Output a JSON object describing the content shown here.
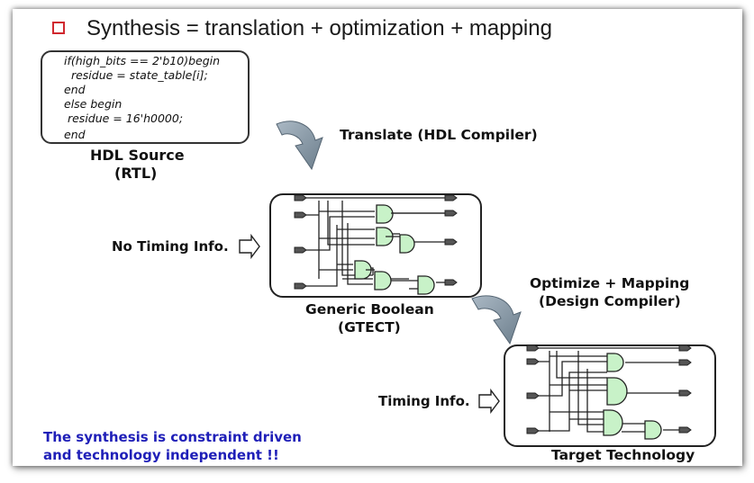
{
  "title": "Synthesis = translation + optimization + mapping",
  "code": {
    "lines": [
      "if(high_bits == 2'b10)begin",
      "  residue = state_table[i];",
      "end",
      "else begin",
      " residue = 16'h0000;",
      "end"
    ]
  },
  "hdl_source": {
    "line1": "HDL Source",
    "line2": "(RTL)"
  },
  "translate": "Translate (HDL Compiler)",
  "no_timing": "No Timing Info.",
  "generic": {
    "line1": "Generic Boolean",
    "line2": "(GTECT)"
  },
  "optimize": {
    "line1": "Optimize + Mapping",
    "line2": "(Design Compiler)"
  },
  "timing": "Timing Info.",
  "target": "Target Technology",
  "note": {
    "line1": "The synthesis is constraint driven",
    "line2": "and technology independent !!"
  },
  "colors": {
    "bullet": "#d0282f",
    "gate_fill": "#c8f2c8",
    "note_text": "#1f1fb8",
    "arrow": "#8e9eaa"
  }
}
